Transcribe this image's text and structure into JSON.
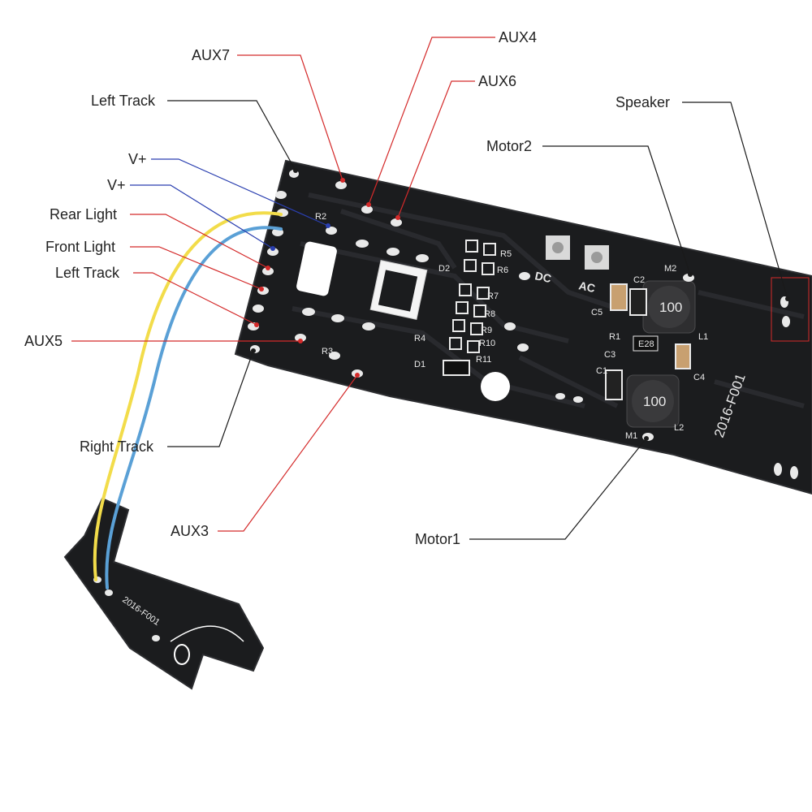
{
  "colors": {
    "pcb": "#1b1c1e",
    "pcb_edge": "#2c2d30",
    "trace": "#2a2b2e",
    "pad": "#e9e9e9",
    "leader_black": "#1a1a1a",
    "leader_red": "#d42a2a",
    "leader_blue": "#2a3fb0",
    "wire_yellow": "#f2dc4a",
    "wire_blue": "#5aa0d6",
    "highlight_box": "#d42a2a"
  },
  "labels": {
    "aux7": "AUX7",
    "aux4": "AUX4",
    "aux6": "AUX6",
    "left_track_top": "Left Track",
    "speaker": "Speaker",
    "motor2": "Motor2",
    "v_plus_1": "V+",
    "v_plus_2": "V+",
    "rear_light": "Rear Light",
    "front_light": "Front Light",
    "left_track_mid": "Left Track",
    "aux5": "AUX5",
    "right_track": "Right Track",
    "aux3": "AUX3",
    "motor1": "Motor1"
  },
  "silkscreen": {
    "board_id": "2016-F001",
    "small_board_id": "2016-F001",
    "dc": "DC",
    "ac": "AC",
    "inductor_value": "100",
    "ic_marking": "E28",
    "refs": [
      "R2",
      "R3",
      "R4",
      "R5",
      "R6",
      "R7",
      "R8",
      "R9",
      "R10",
      "R11",
      "D1",
      "D2",
      "C1",
      "C2",
      "C3",
      "C4",
      "C5",
      "R1",
      "L1",
      "L2",
      "M1",
      "M2"
    ]
  },
  "icons": [
    "pcb-board-illustration",
    "wire-yellow",
    "wire-blue"
  ]
}
